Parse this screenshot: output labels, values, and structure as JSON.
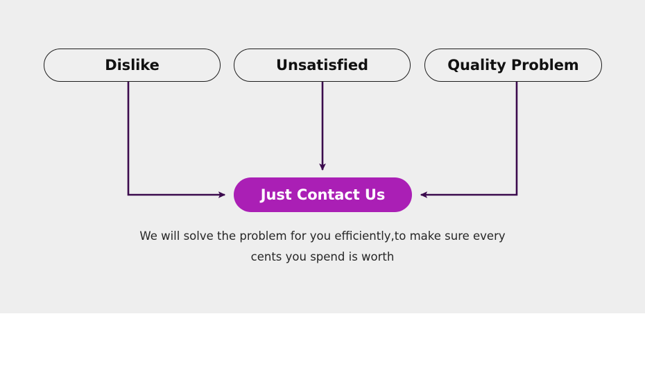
{
  "diagram": {
    "title_hidden": "",
    "background_color": "#eeeeee",
    "page_background_color": "#ffffff",
    "accent_color": "#aa1fb5",
    "connector_color": "#3b0a4d",
    "box_border_color": "#1c1c1c",
    "reasons": [
      {
        "id": "dislike",
        "label": "Dislike"
      },
      {
        "id": "unsatisfied",
        "label": "Unsatisfied"
      },
      {
        "id": "quality-problem",
        "label": "Quality Problem"
      }
    ],
    "cta": {
      "label": "Just Contact Us"
    },
    "caption": {
      "line1": "We will solve the problem for you efficiently,to make sure every",
      "line2": "cents you spend is worth"
    },
    "arrows": [
      {
        "id": "left-elbow-arrow",
        "from": "dislike",
        "to": "cta",
        "direction": "right"
      },
      {
        "id": "center-down-arrow",
        "from": "unsatisfied",
        "to": "cta",
        "direction": "down"
      },
      {
        "id": "right-elbow-arrow",
        "from": "quality-problem",
        "to": "cta",
        "direction": "left"
      }
    ]
  }
}
